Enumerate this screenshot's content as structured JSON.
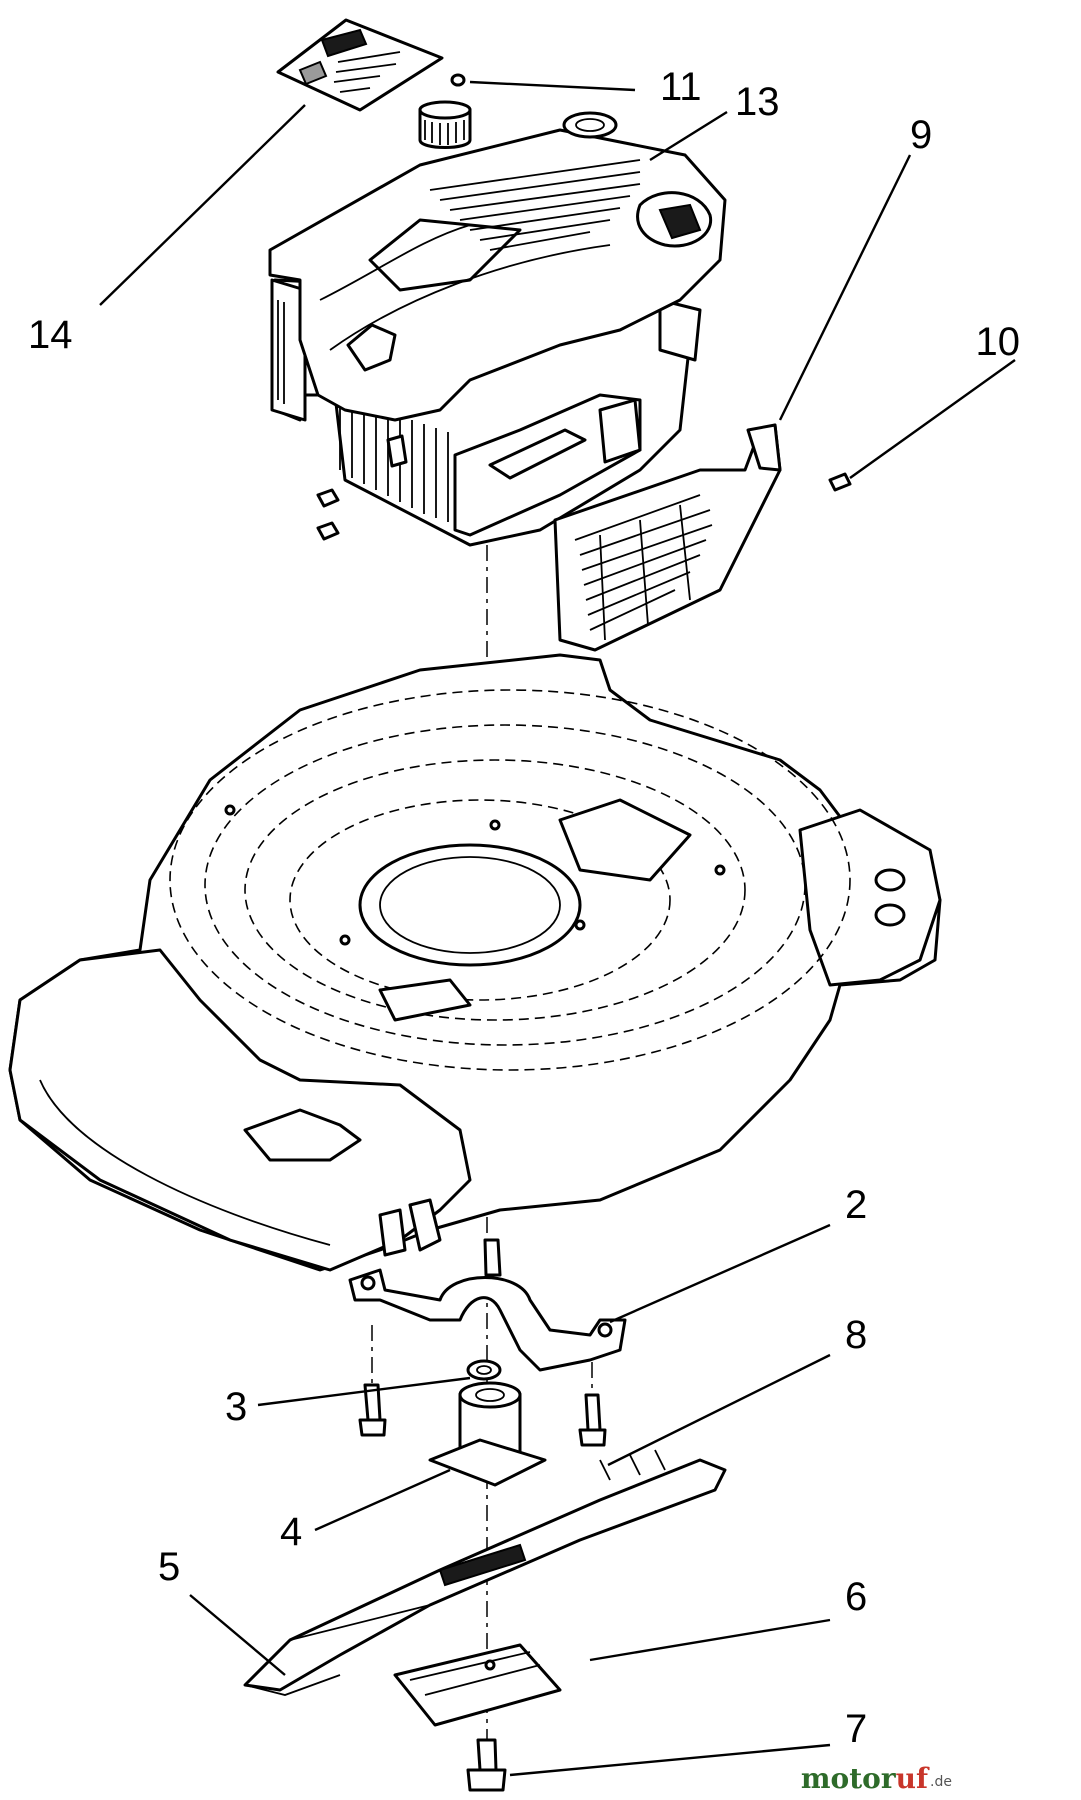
{
  "callouts": [
    {
      "id": "11",
      "label": "11"
    },
    {
      "id": "13",
      "label": "13"
    },
    {
      "id": "9",
      "label": "9"
    },
    {
      "id": "14",
      "label": "14"
    },
    {
      "id": "10",
      "label": "10"
    },
    {
      "id": "2",
      "label": "2"
    },
    {
      "id": "8",
      "label": "8"
    },
    {
      "id": "3",
      "label": "3"
    },
    {
      "id": "4",
      "label": "4"
    },
    {
      "id": "5",
      "label": "5"
    },
    {
      "id": "6",
      "label": "6"
    },
    {
      "id": "7",
      "label": "7"
    }
  ],
  "watermark": {
    "part1": "motor",
    "part2": "uf",
    "suffix": ".de"
  }
}
